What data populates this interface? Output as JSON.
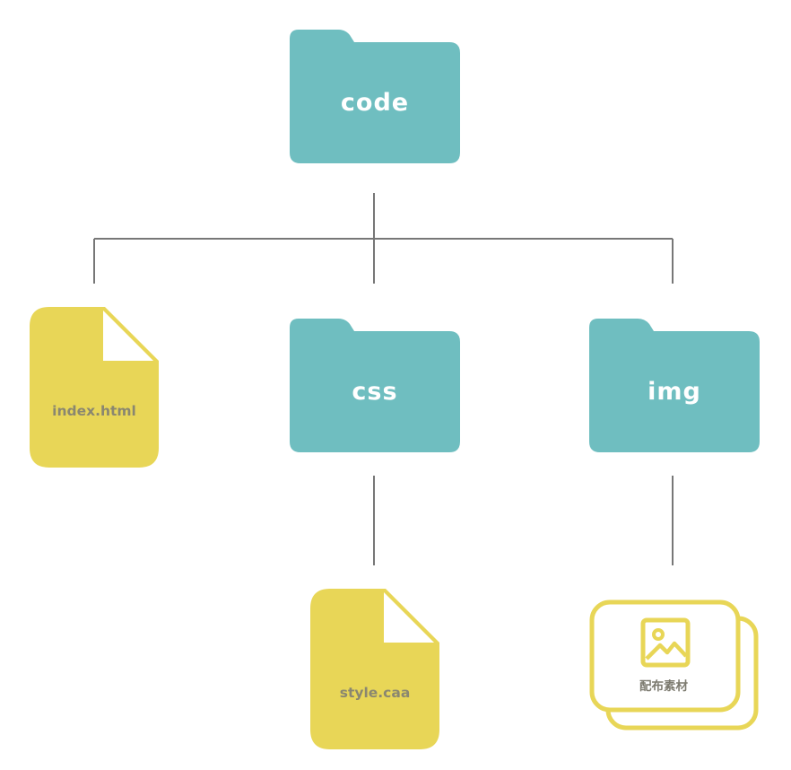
{
  "colors": {
    "folder": "#6fbec0",
    "file": "#e8d657",
    "file_corner": "#ffffff",
    "connector": "#777777",
    "folder_text": "#ffffff",
    "file_text": "#8a8770"
  },
  "tree": {
    "root": {
      "label": "code",
      "icon": "folder-icon"
    },
    "children": [
      {
        "label": "index.html",
        "icon": "file-icon"
      },
      {
        "label": "css",
        "icon": "folder-icon",
        "children": [
          {
            "label": "style.caa",
            "icon": "file-icon"
          }
        ]
      },
      {
        "label": "img",
        "icon": "folder-icon",
        "children": [
          {
            "label": "配布素材",
            "icon": "image-icon"
          }
        ]
      }
    ]
  }
}
